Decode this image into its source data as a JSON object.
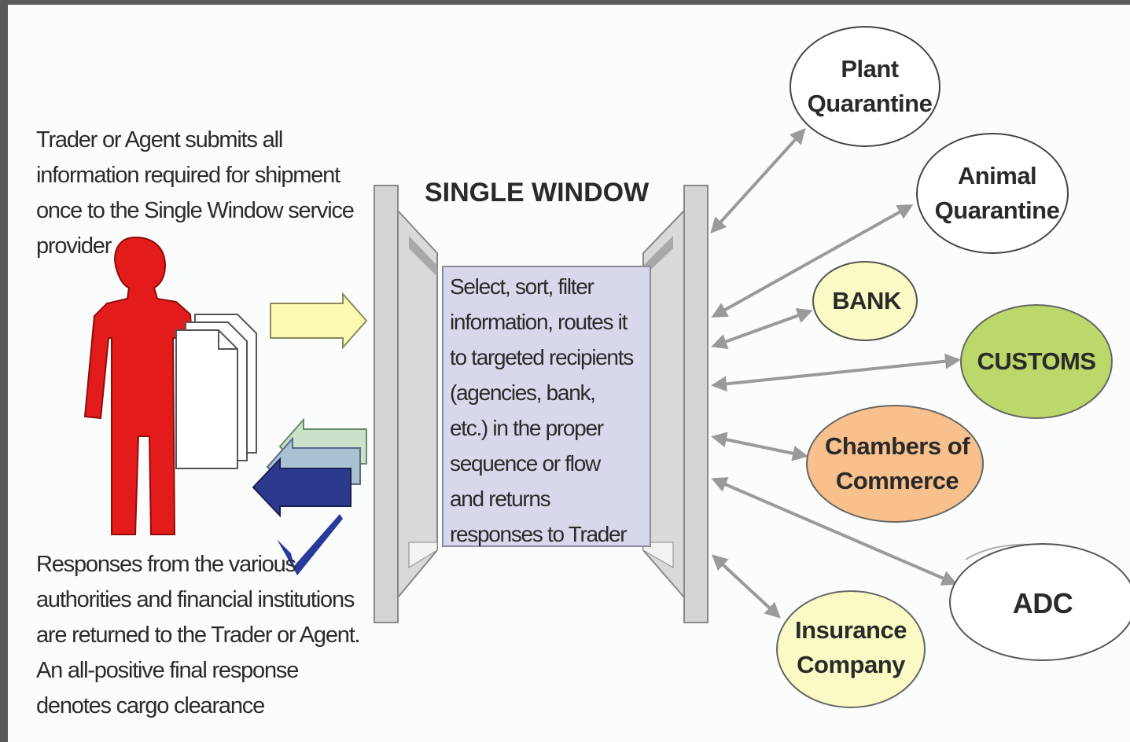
{
  "trader_caption": "Trader or Agent submits all\ninformation required for shipment\nonce to the Single Window service\nprovider",
  "responses_caption": "Responses from the various\nauthorities and financial institutions\nare returned to the Trader or Agent.\nAn all-positive final response\ndenotes cargo clearance",
  "single_window": {
    "title": "SINGLE WINDOW",
    "description": "Select, sort, filter\ninformation, routes it\nto targeted recipients\n(agencies, bank,\netc.) in the proper\nsequence or flow\nand returns\nresponses to Trader"
  },
  "nodes": {
    "plant_quarantine": "Plant\nQuarantine",
    "animal_quarantine": "Animal\nQuarantine",
    "bank": "BANK",
    "customs": "CUSTOMS",
    "chambers_of_commerce": "Chambers of\nCommerce",
    "adc": "ADC",
    "insurance_company": "Insurance\nCompany"
  },
  "colors": {
    "trader_figure": "#e31b1b",
    "submit_arrow": "#fafab4",
    "return_arrow_dark": "#2c3a8e",
    "return_arrow_mid": "#a8c2d2",
    "return_arrow_light": "#c9e2c9",
    "checkmark": "#2a3a9a",
    "window_frame": "#d4d4d4",
    "window_panel": "#d8d8ec",
    "connector": "#9a9a9a",
    "bank_fill": "#fafac4",
    "customs_fill": "#bcd86a",
    "chambers_fill": "#f7c08c",
    "insurance_fill": "#fafac4",
    "default_node_fill": "#ffffff"
  },
  "icons": [
    "person-icon",
    "documents-icon",
    "checkmark-icon"
  ]
}
